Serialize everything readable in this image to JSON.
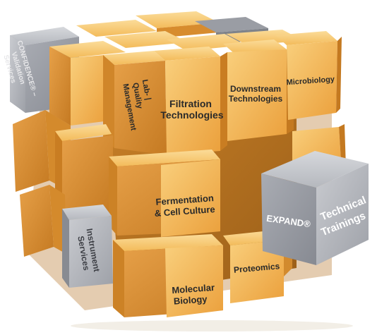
{
  "diagram": {
    "colors": {
      "orange_light": "#f7c46a",
      "orange_mid": "#eea441",
      "orange_dark": "#c97d22",
      "grey_light": "#b9bbc1",
      "grey_mid": "#9a9da5",
      "grey_dark": "#6f737b",
      "label_dark": "#2a2a2a"
    },
    "cubes": {
      "lab_quality": {
        "line1": "Lab- |",
        "line2": "Quality",
        "line3": "Management"
      },
      "filtration": {
        "line1": "Filtration",
        "line2": "Technologies"
      },
      "downstream": {
        "line1": "Downstream",
        "line2": "Technologies"
      },
      "microbiology": {
        "line1": "Microbiology"
      },
      "confidence": {
        "line1": "CONFIDENCE® –",
        "line2": "Validation",
        "line3": "Services"
      },
      "fermentation": {
        "line1": "Fermentation",
        "line2": "& Cell Culture"
      },
      "instrument": {
        "line1": "Instrument",
        "line2": "Services"
      },
      "molecular": {
        "line1": "Molecular",
        "line2": "Biology"
      },
      "proteomics": {
        "line1": "Proteomics"
      },
      "expand": {
        "line1": "EXPAND®"
      },
      "technical": {
        "line1": "Technical",
        "line2": "Trainings"
      }
    }
  }
}
